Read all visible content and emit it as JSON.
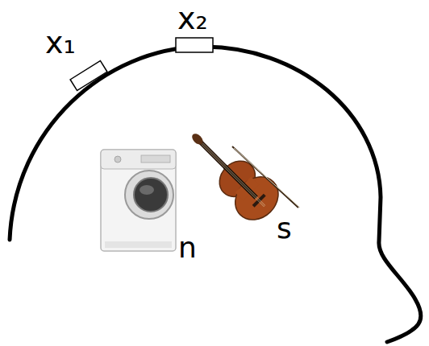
{
  "diagram": {
    "labels": [
      "x₁",
      "x₂",
      "n",
      "s"
    ]
  }
}
